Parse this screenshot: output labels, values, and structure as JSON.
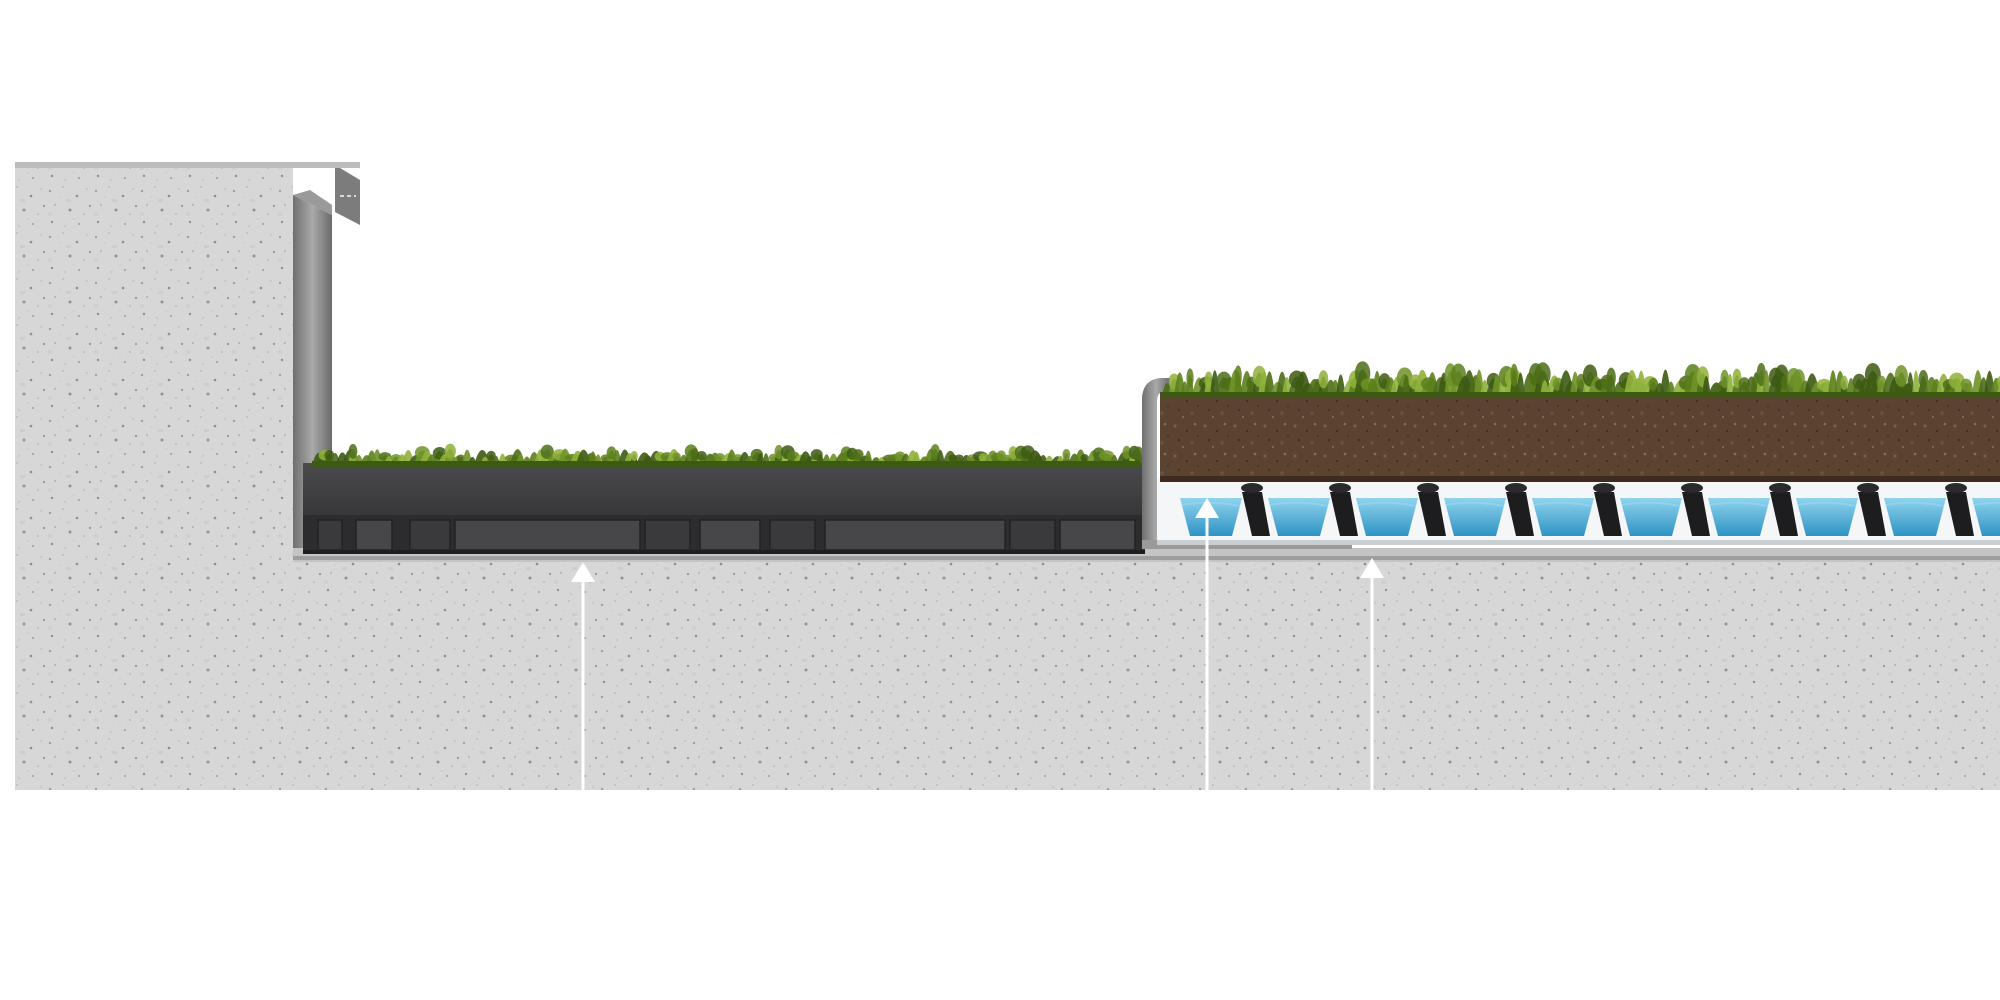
{
  "diagram": {
    "type": "green-roof-cross-section",
    "text_labels": [],
    "colors": {
      "background": "#ffffff",
      "concrete": "#d5d5d5",
      "concrete_dark": "#bdbdbd",
      "concrete_speck": "#8e8e8e",
      "metal_flashing": "#7f7f7f",
      "metal_edge": "#b0b0b0",
      "tray_body": "#3e3e40",
      "tray_dark": "#2a2a2c",
      "tray_feet": "#4a4a4c",
      "vegetation_dark": "#3d5a12",
      "vegetation_mid": "#5c7f1c",
      "vegetation_light": "#8fb03a",
      "soil": "#5e4633",
      "soil_dark": "#463324",
      "drainage_white": "#f4f6f8",
      "water": "#3fa9d6",
      "water_light": "#8fd3ee",
      "cone_black": "#1d1d1f",
      "pointer": "#ffffff"
    },
    "components": [
      {
        "id": "concrete-slab",
        "icon": "concrete-texture"
      },
      {
        "id": "parapet-upstand",
        "icon": "concrete-texture"
      },
      {
        "id": "metal-capping",
        "icon": "flashing"
      },
      {
        "id": "modular-tray-system",
        "icon": "tray"
      },
      {
        "id": "sedum-mat-left",
        "icon": "plants"
      },
      {
        "id": "edge-restraint-profile",
        "icon": "metal-profile"
      },
      {
        "id": "growing-substrate",
        "icon": "soil"
      },
      {
        "id": "sedum-mat-right",
        "icon": "plants"
      },
      {
        "id": "drainage-reservoir-board",
        "icon": "water-cups"
      },
      {
        "id": "membrane-layer",
        "icon": "membrane"
      }
    ],
    "pointers": [
      {
        "id": "pointer-tray-base"
      },
      {
        "id": "pointer-drainage-board"
      },
      {
        "id": "pointer-membrane"
      }
    ]
  }
}
